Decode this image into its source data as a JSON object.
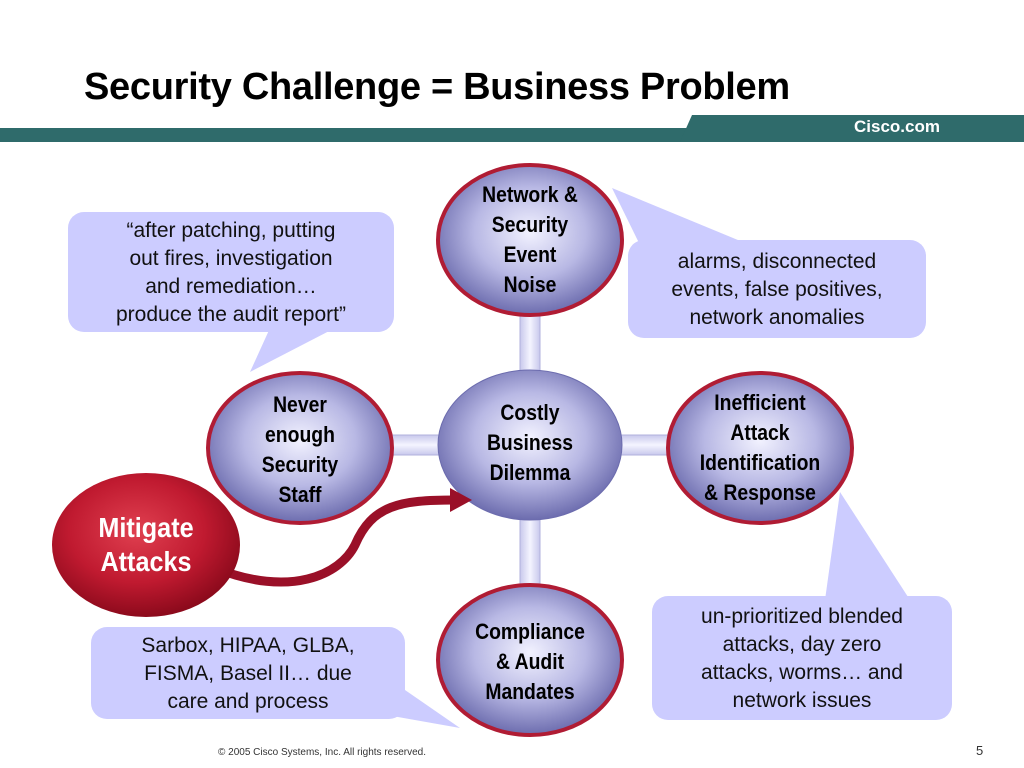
{
  "slide": {
    "title": "Security Challenge = Business Problem",
    "brand": "Cisco.com",
    "footer": "© 2005 Cisco Systems, Inc. All rights reserved.",
    "page_number": "5"
  },
  "diagram": {
    "center": "Costly\nBusiness\nDilemma",
    "top": "Network &\nSecurity\nEvent\nNoise",
    "left": "Never\nenough\nSecurity\nStaff",
    "right": "Inefficient\nAttack\nIdentification\n& Response",
    "bottom": "Compliance\n& Audit\nMandates",
    "action": "Mitigate\nAttacks"
  },
  "callouts": {
    "quote": "“after patching, putting\nout fires, investigation\nand remediation…\nproduce the audit report”",
    "alarms": "alarms, disconnected\nevents, false positives,\nnetwork anomalies",
    "attacks": "un-prioritized blended\nattacks, day zero\nattacks, worms… and\nnetwork issues",
    "compliance": "Sarbox, HIPAA, GLBA,\nFISMA, Basel II…    due\ncare and process"
  },
  "colors": {
    "header_bar": "#2f6b6b",
    "bubble_fill": "#ccccff",
    "circle_border": "#b01c34",
    "mitigate_fill": "#b0142c"
  }
}
